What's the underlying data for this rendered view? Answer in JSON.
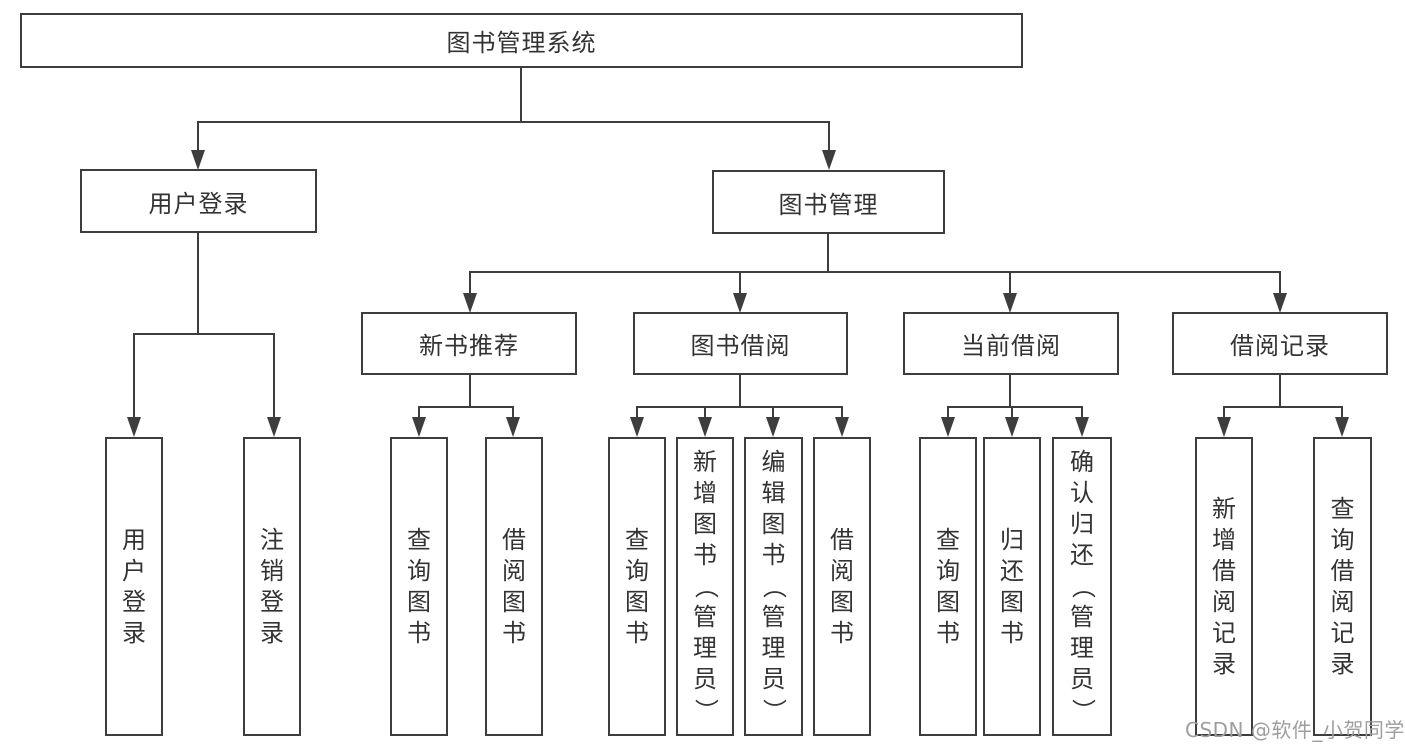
{
  "colors": {
    "line": "#3d3d3d",
    "text": "#333333",
    "watermark": "#9e9e9e",
    "background": "#ffffff"
  },
  "diagram": {
    "root": {
      "label": "图书管理系统"
    },
    "level2": [
      {
        "id": "user-login",
        "label": "用户登录"
      },
      {
        "id": "book-management",
        "label": "图书管理"
      }
    ],
    "level3": [
      {
        "id": "new-book-recommend",
        "label": "新书推荐"
      },
      {
        "id": "book-borrow",
        "label": "图书借阅"
      },
      {
        "id": "current-borrow",
        "label": "当前借阅"
      },
      {
        "id": "borrow-records",
        "label": "借阅记录"
      }
    ],
    "leaves": {
      "user_login": [
        "用户登录",
        "注销登录"
      ],
      "new_book_recommend": [
        "查询图书",
        "借阅图书"
      ],
      "book_borrow": [
        "查询图书",
        "新增图书（管理员）",
        "编辑图书（管理员）",
        "借阅图书"
      ],
      "current_borrow": [
        "查询图书",
        "归还图书",
        "确认归还（管理员）"
      ],
      "borrow_records": [
        "新增借阅记录",
        "查询借阅记录"
      ]
    }
  },
  "watermark": {
    "text": "CSDN @软件_小贺同学"
  }
}
